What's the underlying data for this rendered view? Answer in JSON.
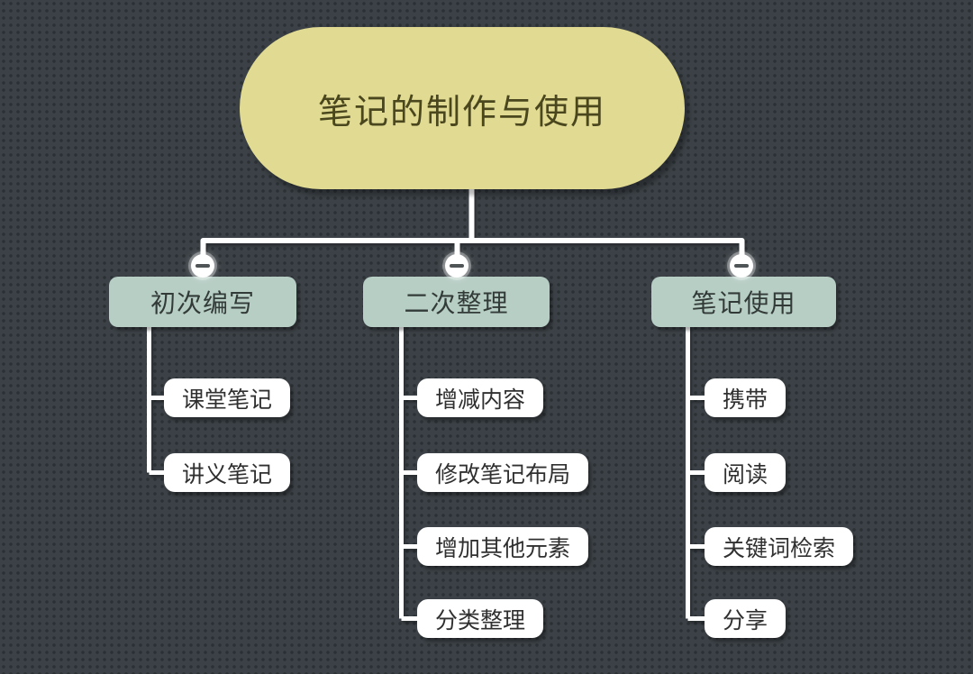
{
  "mindmap": {
    "root": {
      "label": "笔记的制作与使用"
    },
    "branches": [
      {
        "label": "初次编写",
        "children": [
          "课堂笔记",
          "讲义笔记"
        ]
      },
      {
        "label": "二次整理",
        "children": [
          "增减内容",
          "修改笔记布局",
          "增加其他元素",
          "分类整理"
        ]
      },
      {
        "label": "笔记使用",
        "children": [
          "携带",
          "阅读",
          "关键词检索",
          "分享"
        ]
      }
    ],
    "collapse_icon": "minus-icon",
    "colors": {
      "background": "#3b4146",
      "dot_pattern": "#2f353a",
      "root_fill": "#e0da92",
      "root_text": "#4a461d",
      "branch_fill": "#b7cec5",
      "branch_text": "#333b38",
      "child_fill": "#ffffff",
      "child_text": "#303030",
      "connector": "#ffffff",
      "collapse_fill": "#ffffff",
      "collapse_minus": "#4f5457"
    }
  }
}
